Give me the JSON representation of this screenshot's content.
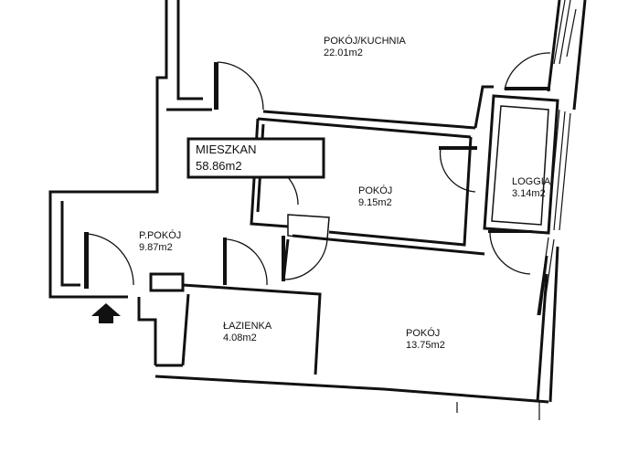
{
  "apartment": {
    "label": "MIESZKAN",
    "area": "58.86m2"
  },
  "rooms": [
    {
      "id": "living-kitchen",
      "name": "POKÓJ/KUCHNIA",
      "area": "22.01m2"
    },
    {
      "id": "room-1",
      "name": "POKÓJ",
      "area": "9.15m2"
    },
    {
      "id": "loggia",
      "name": "LOGGIA",
      "area": "3.14m2"
    },
    {
      "id": "hall",
      "name": "P.POKÓJ",
      "area": "9.87m2"
    },
    {
      "id": "bathroom",
      "name": "ŁAZIENKA",
      "area": "4.08m2"
    },
    {
      "id": "room-2",
      "name": "POKÓJ",
      "area": "13.75m2"
    }
  ]
}
